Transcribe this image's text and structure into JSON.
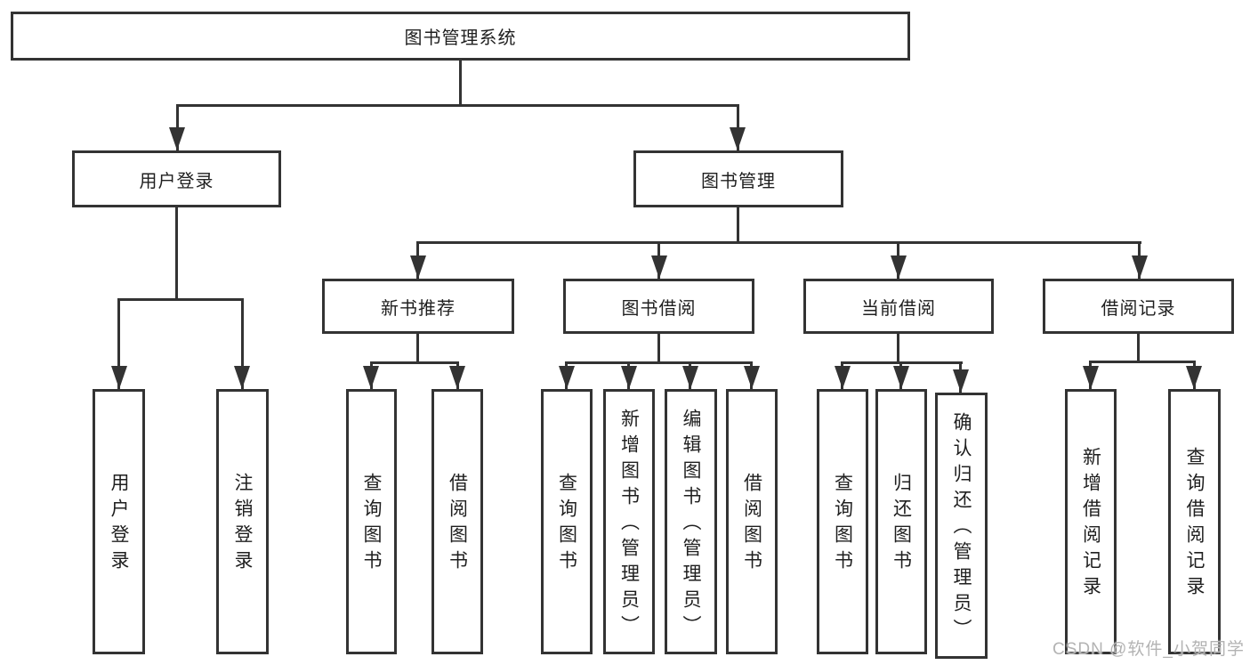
{
  "diagram": {
    "type": "tree-structure-diagram",
    "root": "图书管理系统",
    "level1": {
      "user_login": "用户登录",
      "book_management": "图书管理"
    },
    "level2": {
      "new_book_recommend": "新书推荐",
      "book_borrow": "图书借阅",
      "current_borrow": "当前借阅",
      "borrow_records": "借阅记录"
    },
    "leaves": {
      "user_login": [
        "用户登录",
        "注销登录"
      ],
      "new_book_recommend": [
        "查询图书",
        "借阅图书"
      ],
      "book_borrow": [
        "查询图书",
        "新增图书（管理员）",
        "编辑图书（管理员）",
        "借阅图书"
      ],
      "current_borrow": [
        "查询图书",
        "归还图书",
        "确认归还（管理员）"
      ],
      "borrow_records": [
        "新增借阅记录",
        "查询借阅记录"
      ]
    },
    "colors": {
      "line": "#333333",
      "box_fill": "#ffffff",
      "text": "#1f1f1f",
      "watermark": "#b3b3b3"
    },
    "watermark": "CSDN @软件_小贺同学"
  }
}
